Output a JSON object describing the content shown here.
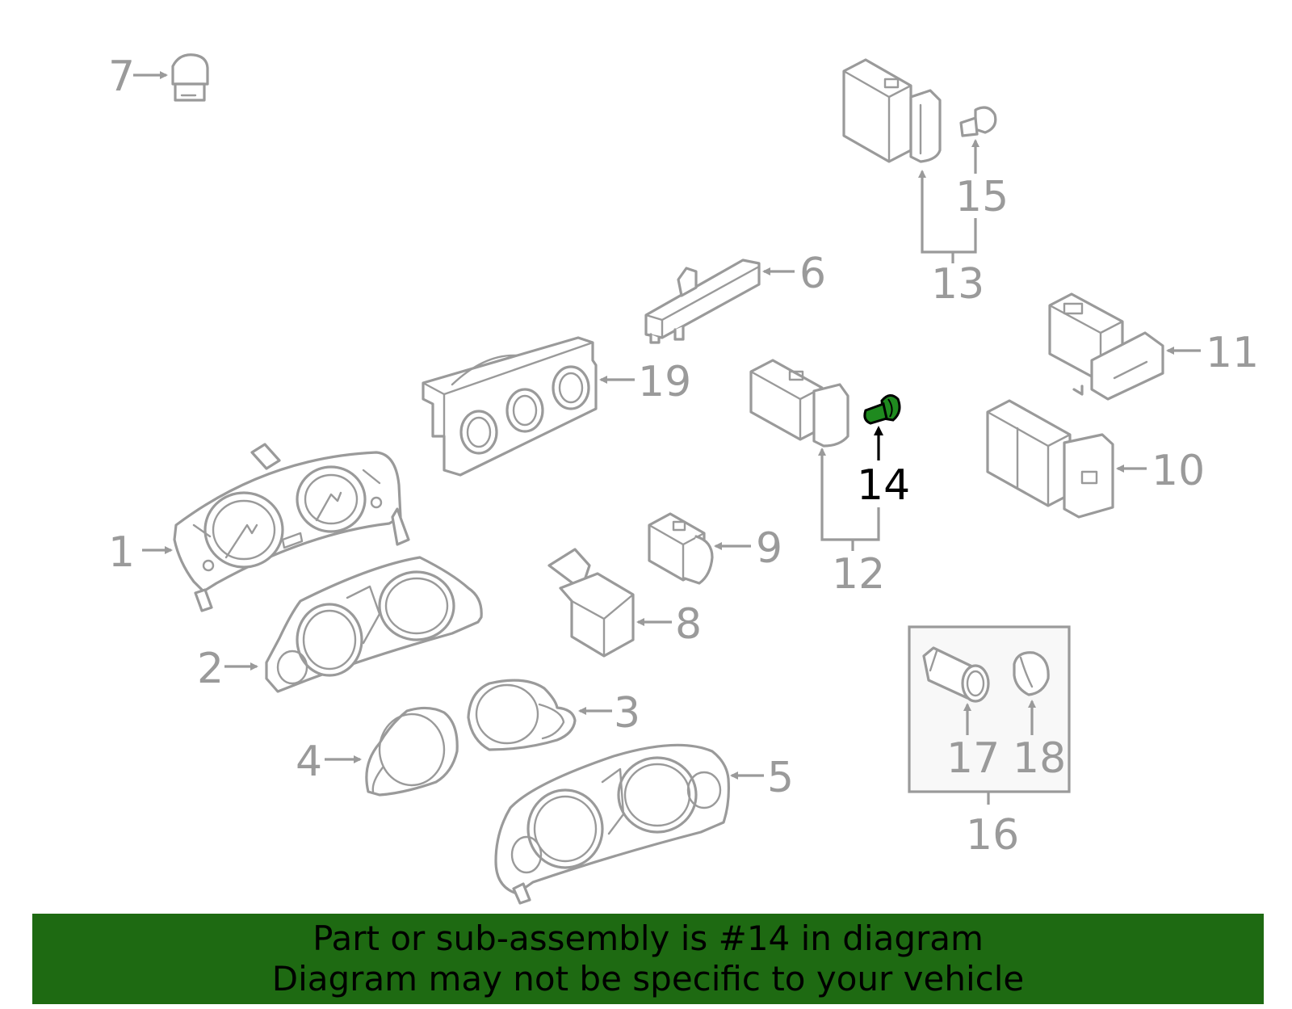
{
  "banner": {
    "line1": "Part or sub-assembly is #14 in diagram",
    "line2": "Diagram may not be specific to your vehicle"
  },
  "highlight": {
    "part_number": "14",
    "highlight_color": "#1e6a12",
    "part_fill_color": "#1f8a1f"
  },
  "colors": {
    "line_gray": "#9a9a9a",
    "background": "#ffffff"
  },
  "callouts": {
    "c1": "1",
    "c2": "2",
    "c3": "3",
    "c4": "4",
    "c5": "5",
    "c6": "6",
    "c7": "7",
    "c8": "8",
    "c9": "9",
    "c10": "10",
    "c11": "11",
    "c12": "12",
    "c13": "13",
    "c14": "14",
    "c15": "15",
    "c16": "16",
    "c17": "17",
    "c18": "18",
    "c19": "19"
  }
}
